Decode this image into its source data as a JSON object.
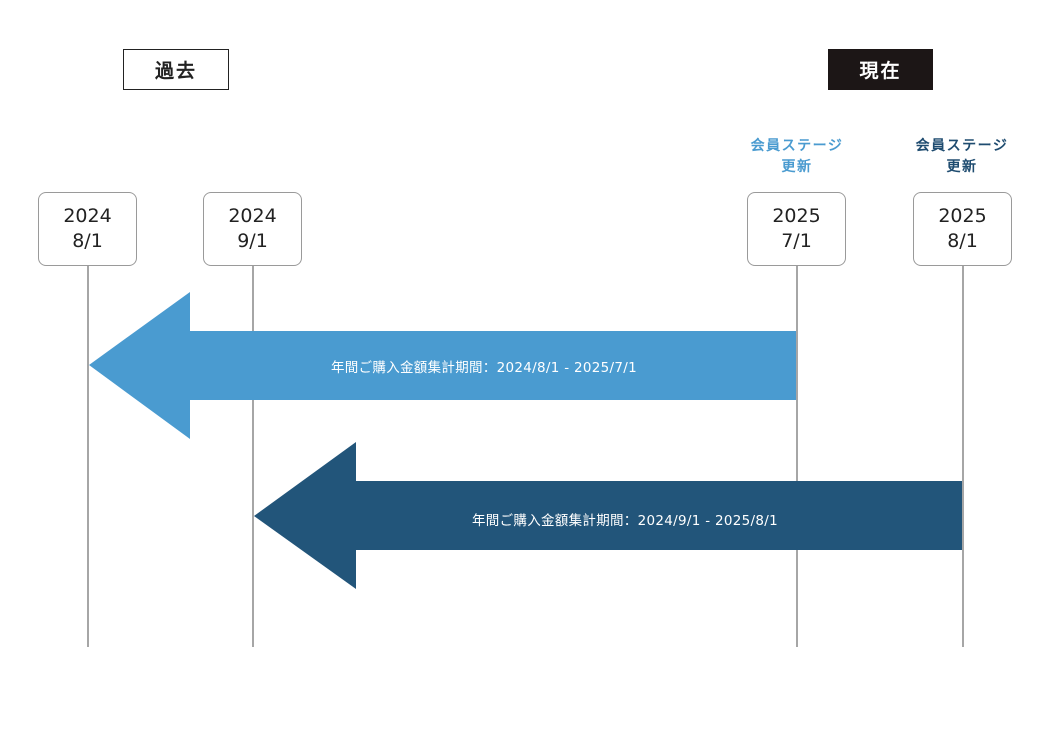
{
  "legend": {
    "past": "過去",
    "now": "現在"
  },
  "stage_updates": [
    {
      "line1": "会員ステージ",
      "line2": "更新",
      "color": "#4a9bd0"
    },
    {
      "line1": "会員ステージ",
      "line2": "更新",
      "color": "#1f4c70"
    }
  ],
  "dates": [
    {
      "year": "2024",
      "day": "8/1"
    },
    {
      "year": "2024",
      "day": "9/1"
    },
    {
      "year": "2025",
      "day": "7/1"
    },
    {
      "year": "2025",
      "day": "8/1"
    }
  ],
  "periods": [
    {
      "label": "年間ご購入金額集計期間：2024/8/1 - 2025/7/1",
      "color": "#4a9bd0"
    },
    {
      "label": "年間ご購入金額集計期間：2024/9/1 - 2025/8/1",
      "color": "#22557a"
    }
  ],
  "colors": {
    "line": "#a6a6a6",
    "date_box_border": "#9a9a9a",
    "now_bg": "#1c1616"
  }
}
